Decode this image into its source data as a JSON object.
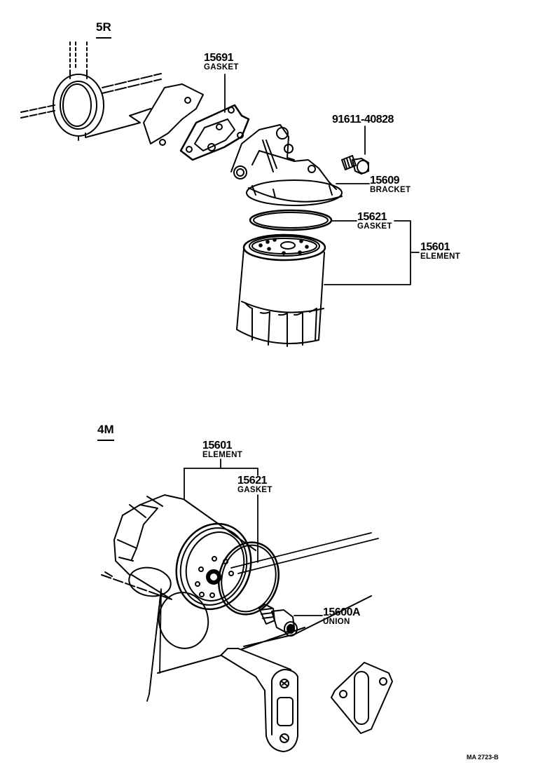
{
  "sections": {
    "top": {
      "title": "5R",
      "parts": [
        {
          "number": "15691",
          "name": "GASKET"
        },
        {
          "number": "91611-40828",
          "name": ""
        },
        {
          "number": "15609",
          "name": "BRACKET"
        },
        {
          "number": "15621",
          "name": "GASKET"
        },
        {
          "number": "15601",
          "name": "ELEMENT"
        }
      ]
    },
    "bottom": {
      "title": "4M",
      "parts": [
        {
          "number": "15601",
          "name": "ELEMENT"
        },
        {
          "number": "15621",
          "name": "GASKET"
        },
        {
          "number": "15600A",
          "name": "UNION"
        }
      ]
    }
  },
  "drawing_code": "MA 2723-B",
  "colors": {
    "ink": "#000000",
    "paper": "#ffffff"
  }
}
